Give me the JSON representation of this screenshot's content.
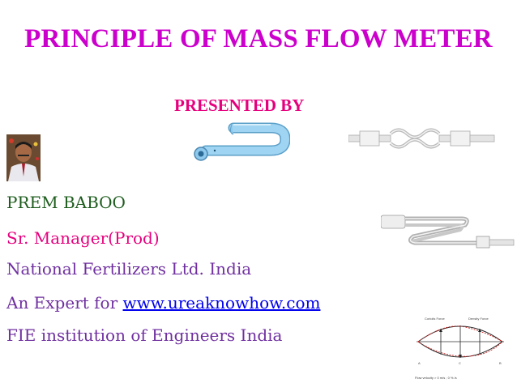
{
  "slide": {
    "title": "PRINCIPLE OF MASS FLOW METER",
    "subtitle": "PRESENTED BY",
    "presenter": {
      "name": "PREM BABOO",
      "position": "Sr. Manager(Prod)",
      "company": "National Fertilizers Ltd. India",
      "expert_prefix": "An Expert for ",
      "website": "www.ureaknowhow.com",
      "institution": "FIE institution of Engineers India"
    },
    "diagram": {
      "label_left": "Coriolis Force",
      "label_right": "Density Force",
      "point_a": "A",
      "point_c": "C",
      "point_b": "B",
      "footnote": "Flow velocity > 0 m/s ; 0 % /s"
    },
    "colors": {
      "title": "#cc00cc",
      "subtitle": "#e6007e",
      "name": "#1d5c1d",
      "text": "#7030a0",
      "link": "#0000ee",
      "tube_blue": "#8ec8ec"
    }
  }
}
